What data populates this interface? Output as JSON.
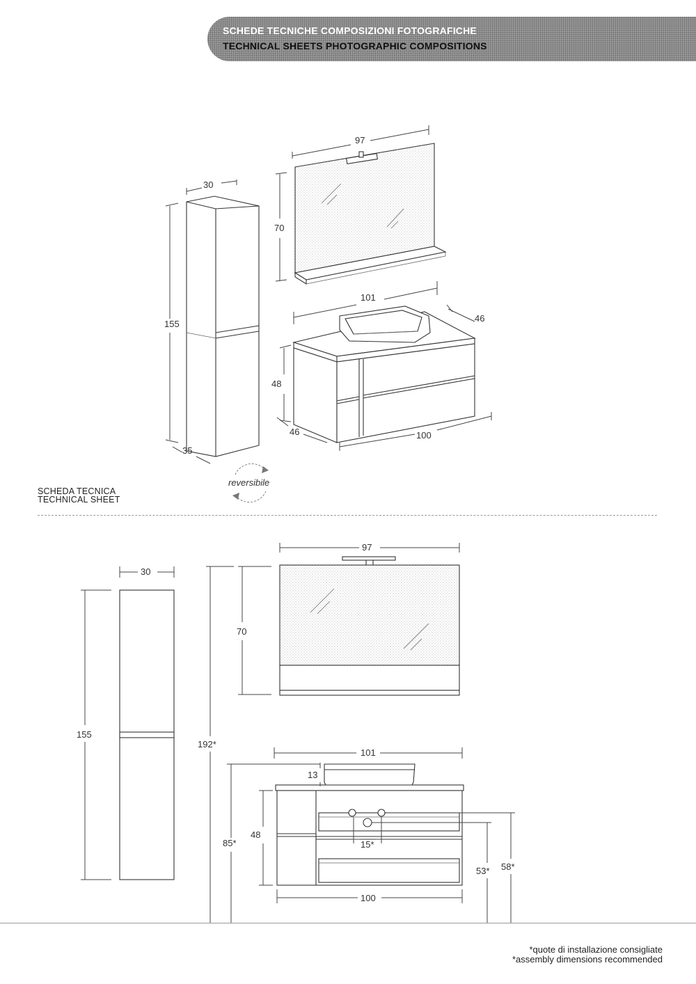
{
  "header": {
    "title_it": "SCHEDE TECNICHE COMPOSIZIONI FOTOGRAFICHE",
    "title_en": "TECHNICAL SHEETS PHOTOGRAPHIC COMPOSITIONS"
  },
  "section_label": {
    "line1": "SCHEDA TECNICA",
    "line2": "TECHNICAL SHEET"
  },
  "reversible_label": "reversibile",
  "perspective_dims": {
    "column_width": "30",
    "column_height": "155",
    "column_depth": "35",
    "mirror_width": "97",
    "mirror_height": "70",
    "top_width": "101",
    "top_depth": "46",
    "cabinet_height": "48",
    "cabinet_depth": "46",
    "cabinet_width": "100"
  },
  "front_dims": {
    "column_width": "30",
    "column_height": "155",
    "overall_height": "192*",
    "mirror_width": "97",
    "mirror_height": "70",
    "top_width": "101",
    "basin_height": "13",
    "cabinet_height": "48",
    "floor_to_top": "85*",
    "tap_spacing": "15*",
    "cabinet_width": "100",
    "drain_height": "53*",
    "supply_height": "58*"
  },
  "footnotes": {
    "it": "*quote di installazione consigliate",
    "en": "*assembly dimensions recommended"
  },
  "colors": {
    "banner_bg": "#9a9a9a",
    "banner_text_top": "#ffffff",
    "banner_text_bottom": "#111111",
    "line": "#333333"
  }
}
